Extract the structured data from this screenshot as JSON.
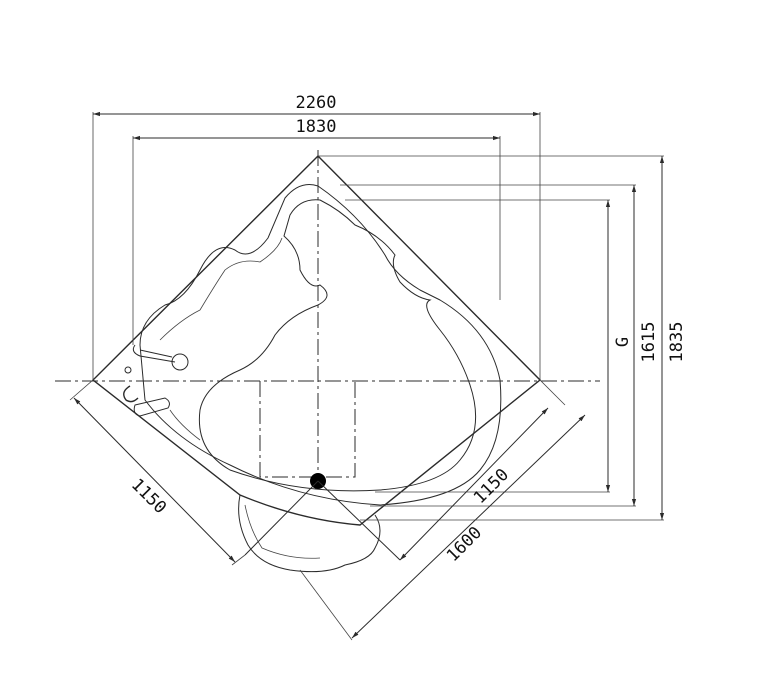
{
  "colors": {
    "line": "#2b2b2b",
    "background": "#ffffff",
    "drain": "#000000"
  },
  "dimensions": {
    "overall_width": "2260",
    "inner_width": "1830",
    "overall_depth": "1835",
    "inner_depth": "1615",
    "depth_g": "G",
    "side_left": "1150",
    "side_right": "1150",
    "diagonal": "1600"
  }
}
